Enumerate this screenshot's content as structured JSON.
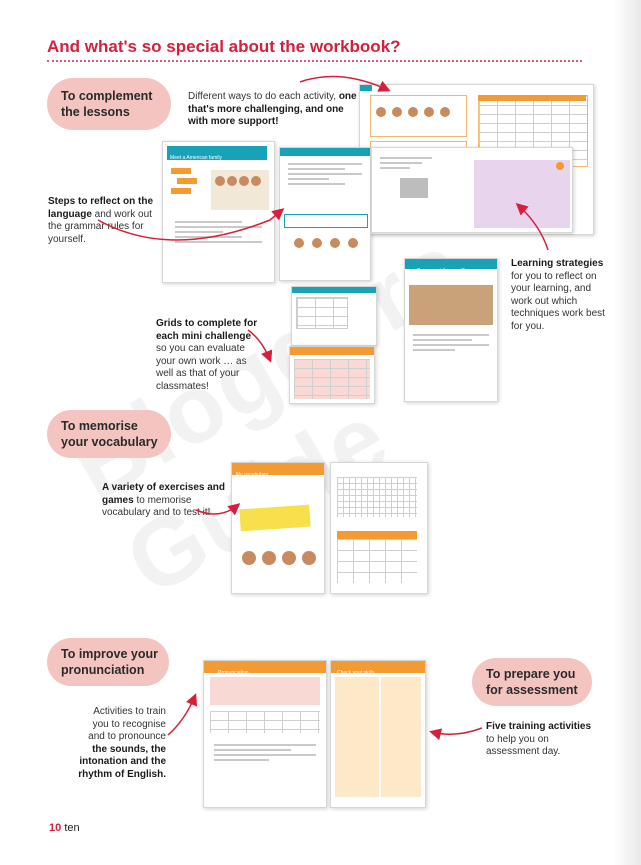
{
  "title": "And what's so special about the workbook?",
  "watermark": "Bloggers Guide",
  "bubbles": {
    "complement": "To complement the lessons",
    "memorise": "To memorise your vocabulary",
    "pronunciation": "To improve your pronunciation",
    "assessment": "To prepare you for assessment"
  },
  "notes": {
    "activity_intro": "Different ways to do each activity, ",
    "activity_bold": "one that's more challenging, and one with more support!",
    "steps_bold": "Steps to reflect on the language",
    "steps_rest": " and work out the grammar rules for yourself.",
    "strategies_bold": "Learning strategies",
    "strategies_rest": " for you to reflect on your learning, and work out which techniques work best for you.",
    "grids_bold": "Grids to complete for each mini challenge",
    "grids_rest": " so you can evaluate your own work … as well as that of your classmates!",
    "vocab_bold": "A variety of exercises and games",
    "vocab_rest": " to memorise vocabulary and to test it!",
    "pron_plain": "Activities to train you to recognise and to pronounce ",
    "pron_bold": "the sounds, the intonation and the rhythm of English.",
    "assess_bold": "Five training activities",
    "assess_rest": " to help you on assessment day."
  },
  "thumbnails": {
    "family_title": "Meet a American family",
    "strategies_header": "Do you get the sport?",
    "vocab_header": "My vocabulary",
    "pron_header": "Pronunciation",
    "skills_header": "Check your skills"
  },
  "footer": {
    "page_number": "10",
    "page_word": "ten"
  },
  "colors": {
    "accent": "#d61f3a",
    "bubble": "#f4c4c0",
    "teal": "#17a2b8",
    "orange": "#f39a32"
  }
}
